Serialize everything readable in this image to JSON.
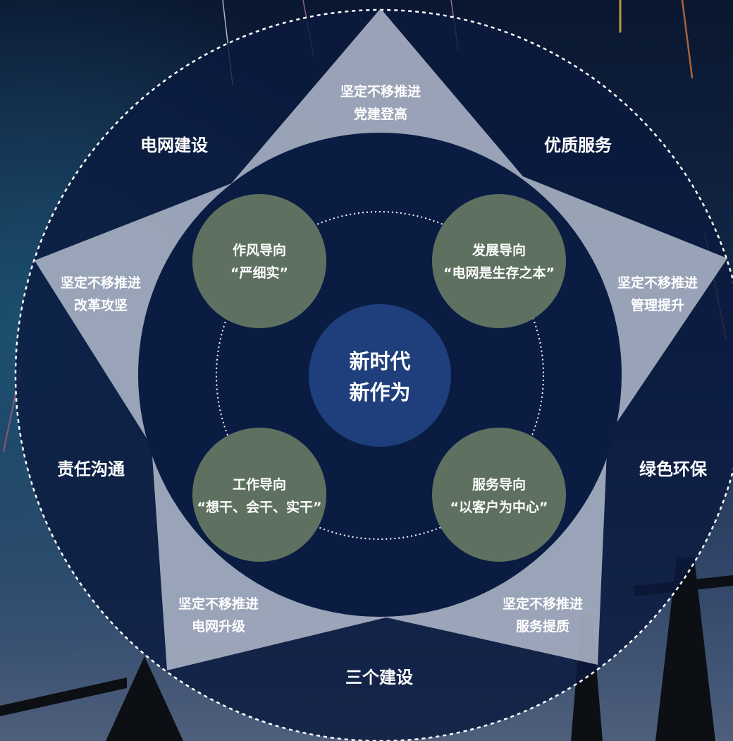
{
  "center": {
    "line1": "新时代",
    "line2": "新作为"
  },
  "outer_labels": {
    "top_left": "电网建设",
    "top_right": "优质服务",
    "mid_left": "责任沟通",
    "mid_right": "绿色环保",
    "bottom": "三个建设"
  },
  "star_tips": {
    "top": {
      "line1": "坚定不移推进",
      "line2": "党建登高"
    },
    "left": {
      "line1": "坚定不移推进",
      "line2": "改革攻坚"
    },
    "right": {
      "line1": "坚定不移推进",
      "line2": "管理提升"
    },
    "bottom_left": {
      "line1": "坚定不移推进",
      "line2": "电网升级"
    },
    "bottom_right": {
      "line1": "坚定不移推进",
      "line2": "服务提质"
    }
  },
  "orientation_circles": {
    "top_left": {
      "line1": "作风导向",
      "line2": "“严细实”"
    },
    "top_right": {
      "line1": "发展导向",
      "line2": "“电网是生存之本”"
    },
    "bottom_left": {
      "line1": "工作导向",
      "line2": "“想干、会干、实干”"
    },
    "bottom_right": {
      "line1": "服务导向",
      "line2": "“以客户为中心”"
    }
  },
  "colors": {
    "background_top": "#0b1a33",
    "background_bottom": "#46597a",
    "inner_disc": "#0a1c42",
    "star_fill": "#a9b3c6",
    "orientation_circle": "#5e7160",
    "center_circle": "#1f3f7c",
    "text": "#ffffff"
  }
}
